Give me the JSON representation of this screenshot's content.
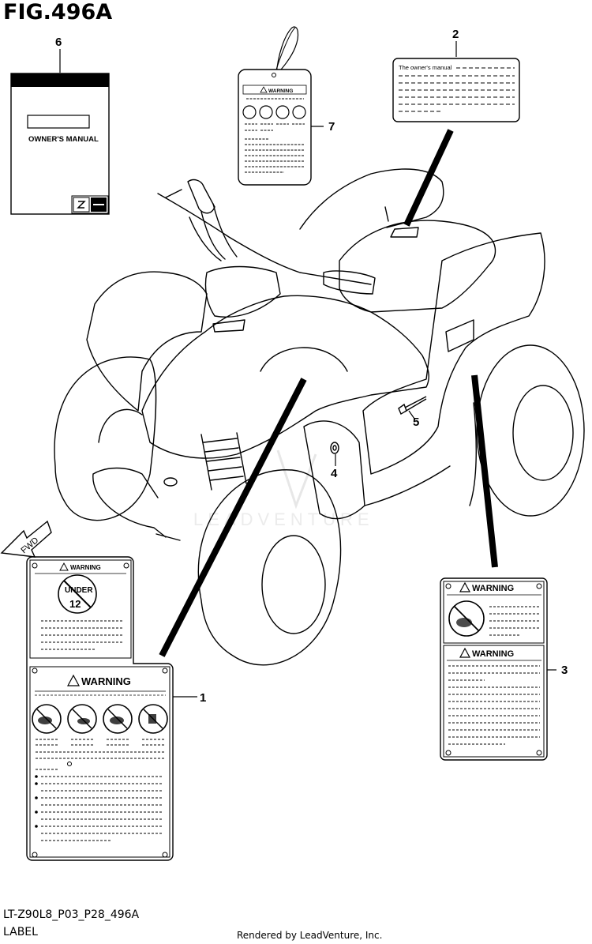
{
  "figure": {
    "title": "FIG.496A",
    "model_code": "LT-Z90L8_P03_P28_496A",
    "section": "LABEL",
    "credit": "Rendered by LeadVenture, Inc.",
    "watermark": "LEADVENTURE"
  },
  "direction_marker": {
    "label": "FWD"
  },
  "callouts": [
    "1",
    "2",
    "3",
    "4",
    "5",
    "6",
    "7"
  ],
  "manual": {
    "callout": "6",
    "title": "OWNER'S MANUAL",
    "brand_icon": "suzuki-logo-icon"
  },
  "hang_tag": {
    "callout": "7",
    "warning": "WARNING"
  },
  "info_label": {
    "callout": "2",
    "heading": "The owner's manual"
  },
  "age_label": {
    "callout": "1",
    "top_warning": "WARNING",
    "age_badge_top": "UNDER",
    "age_badge_number": "12",
    "main_warning": "WARNING"
  },
  "fender_label": {
    "callout": "3",
    "top_warning": "WARNING",
    "bottom_warning": "WARNING"
  },
  "parts": {
    "reflector_callout": "4",
    "rivet_callout": "5"
  },
  "colors": {
    "line": "#000000",
    "background": "#ffffff",
    "watermark": "#d9d9d9"
  }
}
